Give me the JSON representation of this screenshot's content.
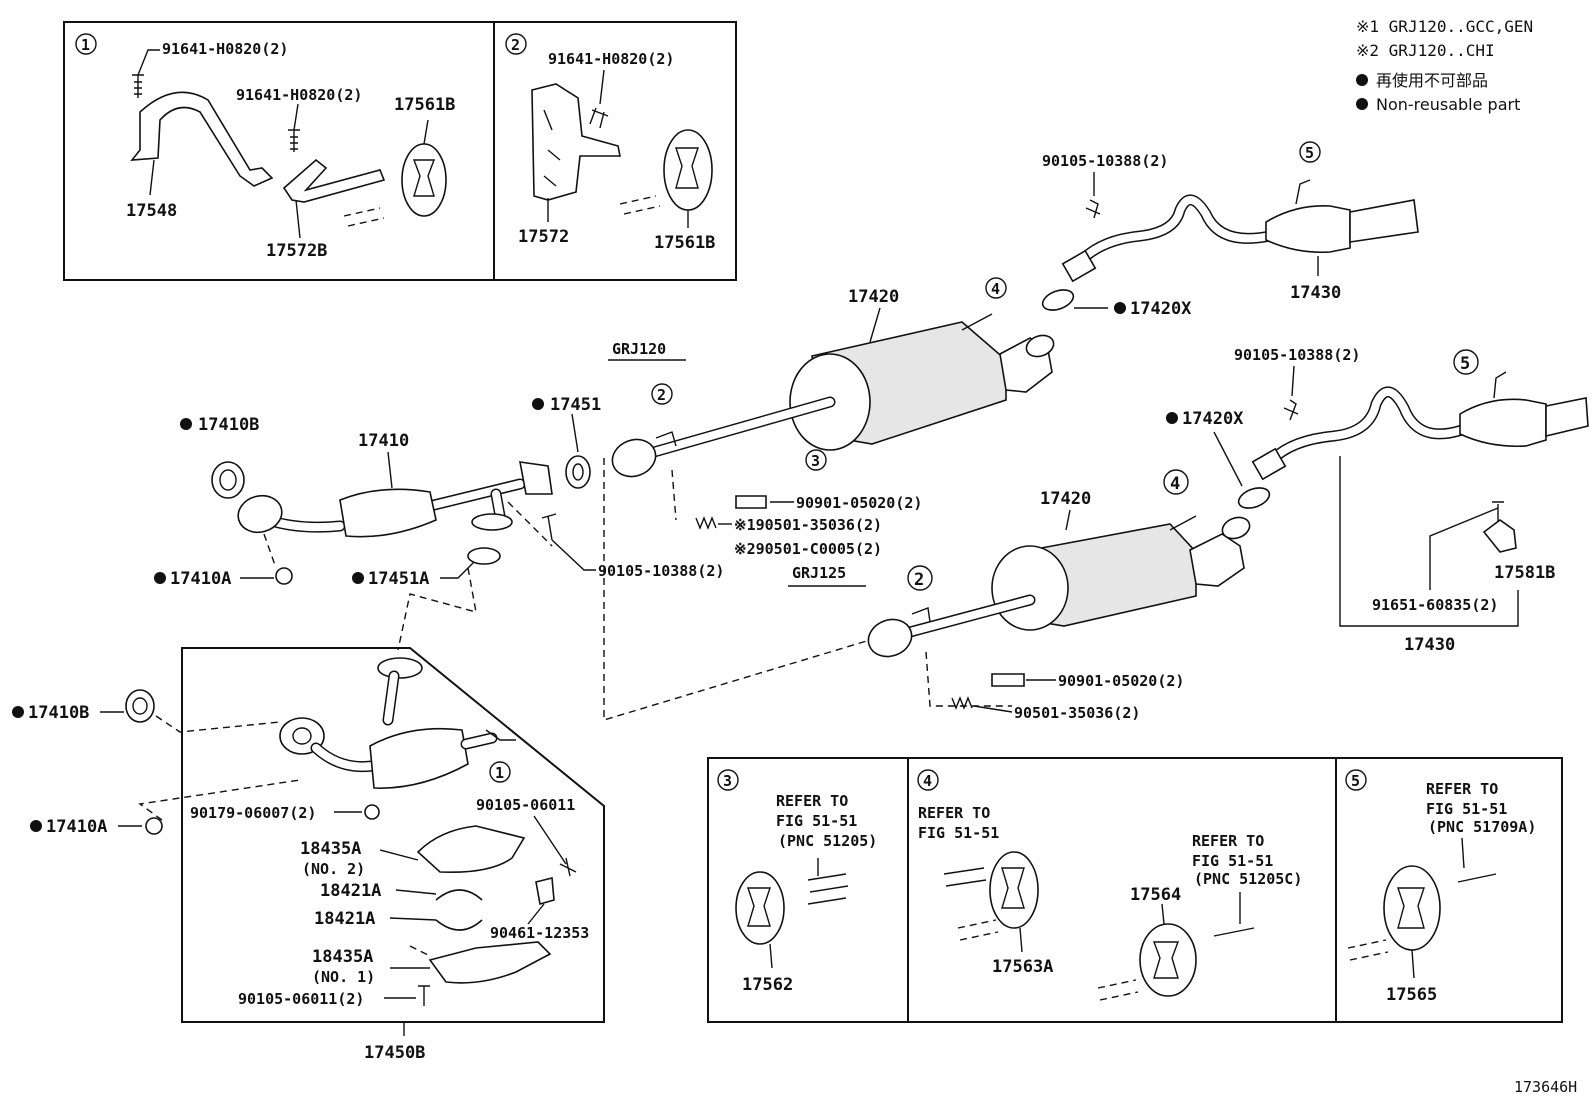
{
  "legend": {
    "note1": "※1  GRJ120..GCC,GEN",
    "note2": "※2  GRJ120..CHI",
    "nonreusable_jp": "再使用不可部品",
    "nonreusable_en": "Non-reusable part"
  },
  "variants": {
    "grj120": "GRJ120",
    "grj125": "GRJ125"
  },
  "circle_markers": [
    "1",
    "2",
    "3",
    "4",
    "5"
  ],
  "inset1": {
    "marker": "1",
    "bolt_a": "91641-H0820(2)",
    "bolt_b": "91641-H0820(2)",
    "hanger_bracket": "17548",
    "hanger_rubber": "17561B",
    "support_bracket": "17572B"
  },
  "inset2": {
    "marker": "2",
    "bolt": "91641-H0820(2)",
    "support_bracket": "17572",
    "hanger_rubber": "17561B"
  },
  "main": {
    "gasket_17410B": "17410B",
    "front_pipe": "17410",
    "nut_17410A": "17410A",
    "gasket_17451": "17451",
    "gasket_17451A": "17451A",
    "bolt_front": "90105-10388(2)",
    "center_muffler_upper": "17420",
    "bolt_center_upper": "90901-05020(2)",
    "spring_note1": "※190501-35036(2)",
    "spring_note2": "※290501-C0005(2)",
    "gasket_17420X_upper": "17420X",
    "bolt_tail_upper": "90105-10388(2)",
    "tail_pipe_upper": "17430",
    "center_muffler_lower": "17420",
    "bolt_center_lower": "90901-05020(2)",
    "spring_lower": "90501-35036(2)",
    "gasket_17420X_lower": "17420X",
    "bolt_tail_lower": "90105-10388(2)",
    "sensor": "17581B",
    "sensor_screw": "91651-60835(2)",
    "tail_pipe_lower": "17430"
  },
  "assembly_17450B": {
    "gasket_17410B": "17410B",
    "nut_17410A": "17410A",
    "nut_90179": "90179-06007(2)",
    "bolt_90105_06011": "90105-06011",
    "insulator_no2": "18435A",
    "insulator_no2_sub": "(NO. 2)",
    "clamp_a": "18421A",
    "clamp_b": "18421A",
    "clip": "90461-12353",
    "insulator_no1": "18435A",
    "insulator_no1_sub": "(NO. 1)",
    "bolt_bottom": "90105-06011(2)",
    "assembly_no": "17450B"
  },
  "detail3": {
    "marker": "3",
    "refer": "REFER TO",
    "fig": "FIG 51-51",
    "pnc": "(PNC 51205)",
    "part": "17562"
  },
  "detail4": {
    "marker": "4",
    "refer_a": "REFER TO",
    "fig_a": "FIG 51-51",
    "part_a": "17563A",
    "refer_b": "REFER TO",
    "fig_b": "FIG 51-51",
    "pnc_b": "(PNC 51205C)",
    "part_b": "17564"
  },
  "detail5": {
    "marker": "5",
    "refer": "REFER TO",
    "fig": "FIG 51-51",
    "pnc": "(PNC 51709A)",
    "part": "17565"
  },
  "figure_id": "173646H"
}
